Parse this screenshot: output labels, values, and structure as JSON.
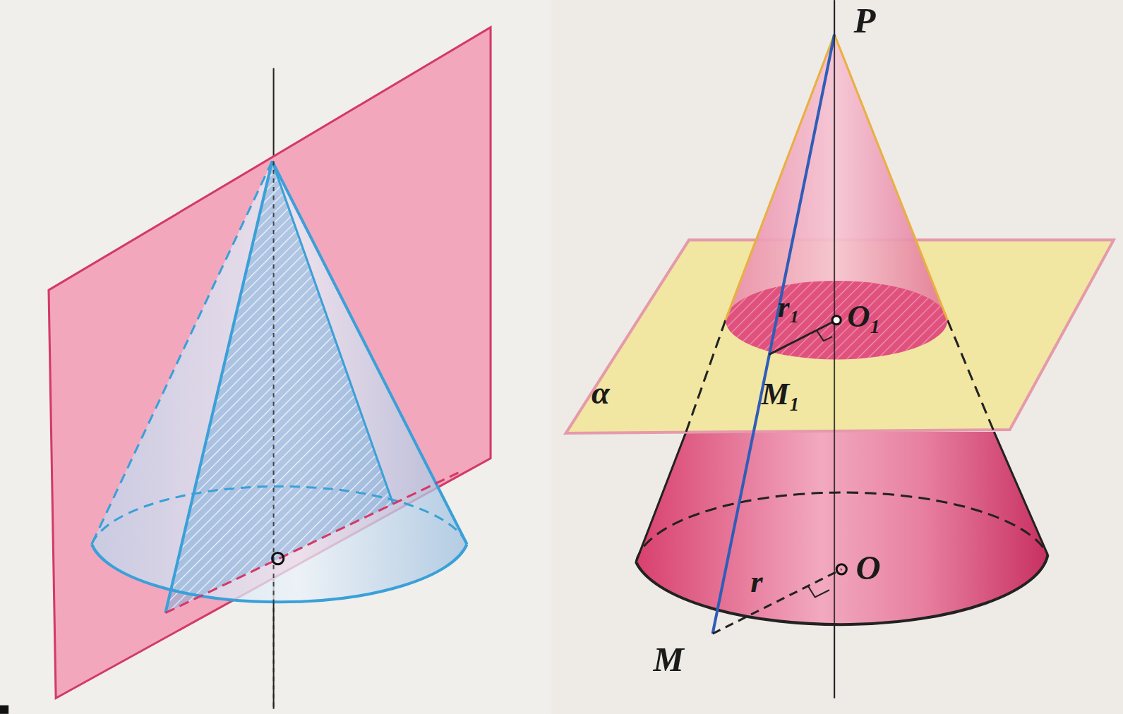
{
  "diagram": {
    "labels": [
      "P",
      "r₁",
      "O₁",
      "M₁",
      "α",
      "M",
      "r",
      "O"
    ]
  }
}
